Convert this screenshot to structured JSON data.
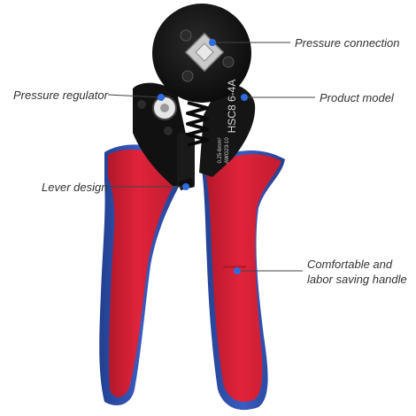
{
  "tool": {
    "model_marking": "HSC8 6-4A",
    "side_marking_1": "0.25-6mm²",
    "side_marking_2": "AWG23-10",
    "colors": {
      "steel": "#141414",
      "handle_red": "#e0233a",
      "handle_red_dark": "#b3182b",
      "handle_blue": "#2f4fa8",
      "marker_blue": "#2d6cdf",
      "leader_line": "#444444"
    }
  },
  "callouts": [
    {
      "id": "pressure-connection",
      "label": "Pressure connection"
    },
    {
      "id": "pressure-regulator",
      "label": "Pressure regulator"
    },
    {
      "id": "product-model",
      "label": "Product model"
    },
    {
      "id": "lever-design",
      "label": "Lever design"
    },
    {
      "id": "comfortable-handle",
      "label_line1": "Comfortable and",
      "label_line2": "labor saving handle"
    }
  ]
}
